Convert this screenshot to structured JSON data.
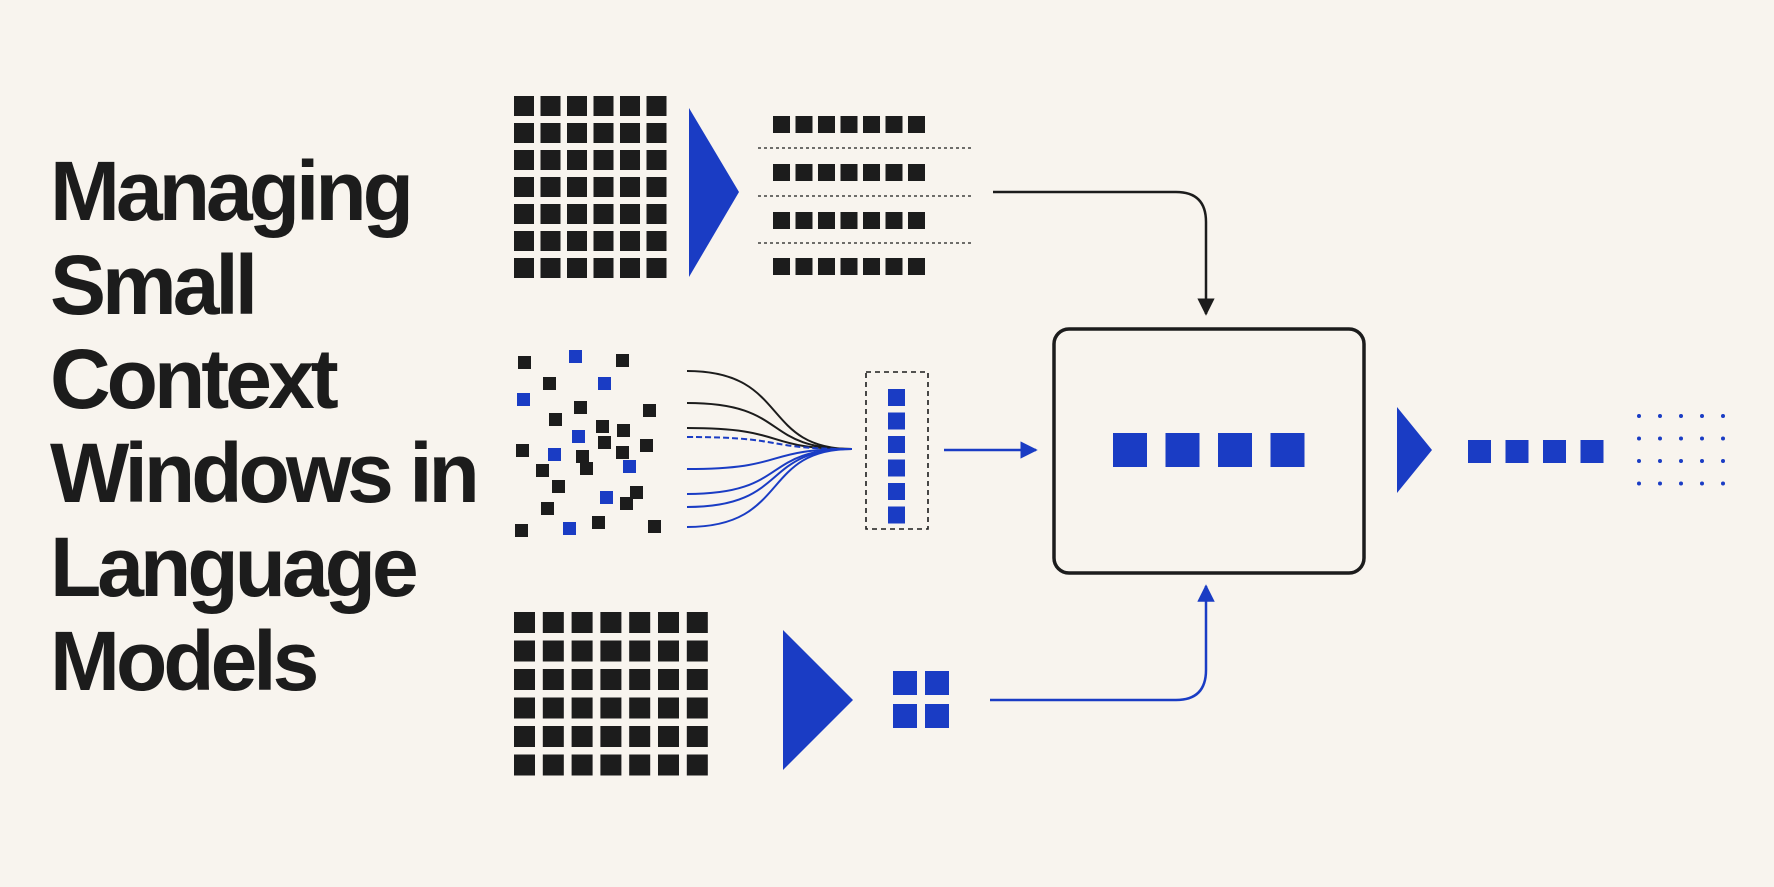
{
  "title": {
    "lines": [
      "Managing",
      "Small",
      "Context",
      "Windows in",
      "Language",
      "Models"
    ]
  },
  "colors": {
    "background": "#f8f4ee",
    "ink": "#1c1c1c",
    "accent": "#1a3cc4"
  },
  "diagram": {
    "summarize_path": {
      "input_grid": [
        6,
        7
      ],
      "output_rows": 4,
      "blocks_per_row": 7
    },
    "select_path": {
      "scattered_tokens": 30,
      "selected_tokens": 6,
      "strands": 8
    },
    "compress_path": {
      "input_grid": [
        7,
        6
      ],
      "output_grid": [
        2,
        2
      ]
    },
    "model_box": {
      "tokens": 4
    },
    "output": {
      "tokens": 4,
      "dot_grid": [
        4,
        5
      ]
    }
  }
}
